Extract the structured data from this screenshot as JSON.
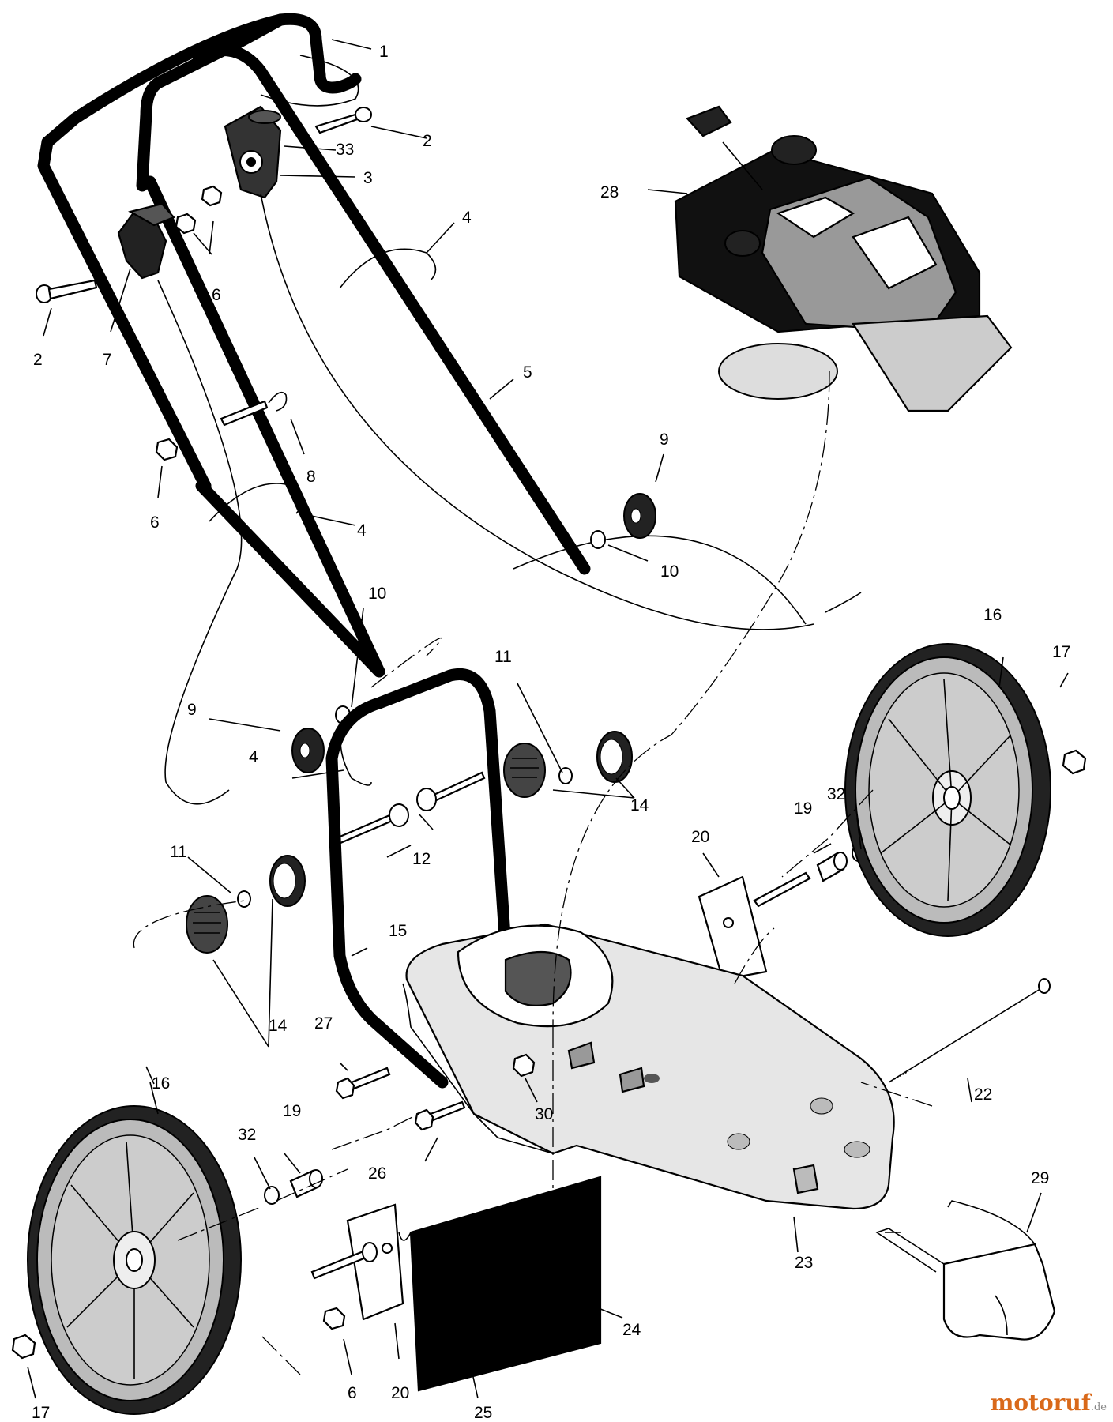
{
  "callouts": [
    {
      "id": "c1",
      "text": "1"
    },
    {
      "id": "c2a",
      "text": "2"
    },
    {
      "id": "c2b",
      "text": "2"
    },
    {
      "id": "c33",
      "text": "33"
    },
    {
      "id": "c3",
      "text": "3"
    },
    {
      "id": "c28",
      "text": "28"
    },
    {
      "id": "c4a",
      "text": "4"
    },
    {
      "id": "c4b",
      "text": "4"
    },
    {
      "id": "c4c",
      "text": "4"
    },
    {
      "id": "c6a",
      "text": "6"
    },
    {
      "id": "c6b",
      "text": "6"
    },
    {
      "id": "c6c",
      "text": "6"
    },
    {
      "id": "c7",
      "text": "7"
    },
    {
      "id": "c5",
      "text": "5"
    },
    {
      "id": "c8",
      "text": "8"
    },
    {
      "id": "c9a",
      "text": "9"
    },
    {
      "id": "c9b",
      "text": "9"
    },
    {
      "id": "c10a",
      "text": "10"
    },
    {
      "id": "c10b",
      "text": "10"
    },
    {
      "id": "c11a",
      "text": "11"
    },
    {
      "id": "c11b",
      "text": "11"
    },
    {
      "id": "c12",
      "text": "12"
    },
    {
      "id": "c14a",
      "text": "14"
    },
    {
      "id": "c14b",
      "text": "14"
    },
    {
      "id": "c15",
      "text": "15"
    },
    {
      "id": "c16a",
      "text": "16"
    },
    {
      "id": "c16b",
      "text": "16"
    },
    {
      "id": "c17a",
      "text": "17"
    },
    {
      "id": "c17b",
      "text": "17"
    },
    {
      "id": "c19a",
      "text": "19"
    },
    {
      "id": "c19b",
      "text": "19"
    },
    {
      "id": "c20a",
      "text": "20"
    },
    {
      "id": "c20b",
      "text": "20"
    },
    {
      "id": "c32a",
      "text": "32"
    },
    {
      "id": "c32b",
      "text": "32"
    },
    {
      "id": "c22",
      "text": "22"
    },
    {
      "id": "c23",
      "text": "23"
    },
    {
      "id": "c24",
      "text": "24"
    },
    {
      "id": "c25",
      "text": "25"
    },
    {
      "id": "c26",
      "text": "26"
    },
    {
      "id": "c27",
      "text": "27"
    },
    {
      "id": "c29",
      "text": "29"
    },
    {
      "id": "c30",
      "text": "30"
    }
  ],
  "watermark": {
    "brand": "motoruf",
    "suffix": ".de"
  }
}
